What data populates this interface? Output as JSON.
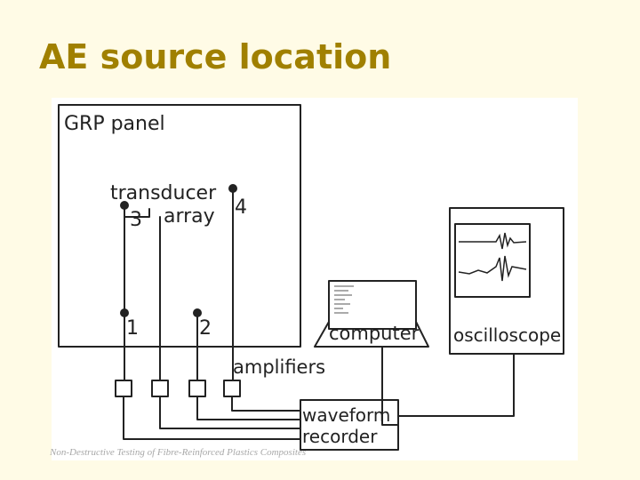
{
  "slide": {
    "title": "AE source location",
    "footer": "Non-Destructive Testing of Fibre-Reinforced Plastics Composites"
  },
  "diagram": {
    "panel_label": "GRP panel",
    "transducer_label_line1": "transducer",
    "transducer_label_line2": "array",
    "transducers": [
      "1",
      "2",
      "3",
      "4"
    ],
    "amplifiers_label": "amplifiers",
    "computer_label": "computer",
    "oscilloscope_label": "oscilloscope",
    "recorder_label_line1": "waveform",
    "recorder_label_line2": "recorder"
  },
  "colors": {
    "title": "#a08000",
    "background": "#fffbe6",
    "ink": "#222222"
  }
}
